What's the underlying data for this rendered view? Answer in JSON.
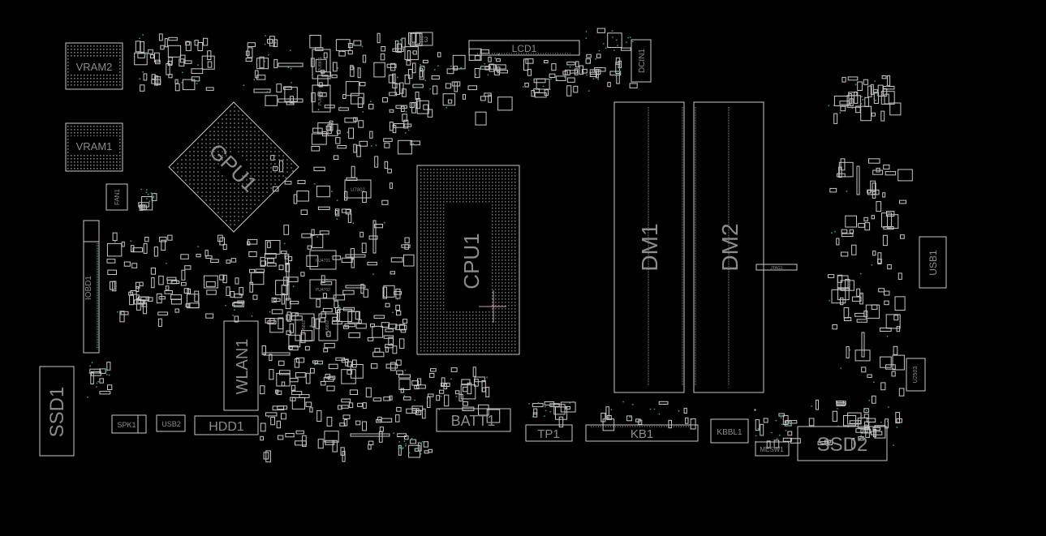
{
  "view": {
    "title": "Motherboard Board View",
    "background": "#000000",
    "outline_color": "#c8c8c8",
    "label_color": "#8c8c8c",
    "via_color": "#2fa38a",
    "cursor_color": "#c8a0a8"
  },
  "components": {
    "vram2": {
      "ref": "VRAM2"
    },
    "vram1": {
      "ref": "VRAM1"
    },
    "gpu1": {
      "ref": "GPU1"
    },
    "fan1": {
      "ref": "FAN1"
    },
    "iobd1": {
      "ref": "IOBD1"
    },
    "e3": {
      "ref": "E3"
    },
    "lcd1": {
      "ref": "LCD1"
    },
    "dcin1": {
      "ref": "DCIN1"
    },
    "u7802": {
      "ref": "U7802"
    },
    "pu4701": {
      "ref": "PU4701"
    },
    "pu4702": {
      "ref": "PU4702"
    },
    "pu5803": {
      "ref": "PU5803"
    },
    "pu5802": {
      "ref": "PU5802"
    },
    "pu8801": {
      "ref": "PU8801"
    },
    "pu8803": {
      "ref": "PU8803"
    },
    "cpu1": {
      "ref": "CPU1"
    },
    "dm1": {
      "ref": "DM1"
    },
    "dm2": {
      "ref": "DM2"
    },
    "tag1": {
      "ref": "JTAG1"
    },
    "usb1": {
      "ref": "USB1"
    },
    "u2503": {
      "ref": "U2503"
    },
    "wlan1": {
      "ref": "WLAN1"
    },
    "ssd1": {
      "ref": "SSD1"
    },
    "spk1": {
      "ref": "SPK1"
    },
    "usb2": {
      "ref": "USB2"
    },
    "hdd1": {
      "ref": "HDD1"
    },
    "batt1": {
      "ref": "BATT1"
    },
    "tp1": {
      "ref": "TP1"
    },
    "kb1": {
      "ref": "KB1"
    },
    "kbbl1": {
      "ref": "KBBL1"
    },
    "mesw1": {
      "ref": "MESW1"
    },
    "ssd2": {
      "ref": "SSD2"
    }
  }
}
